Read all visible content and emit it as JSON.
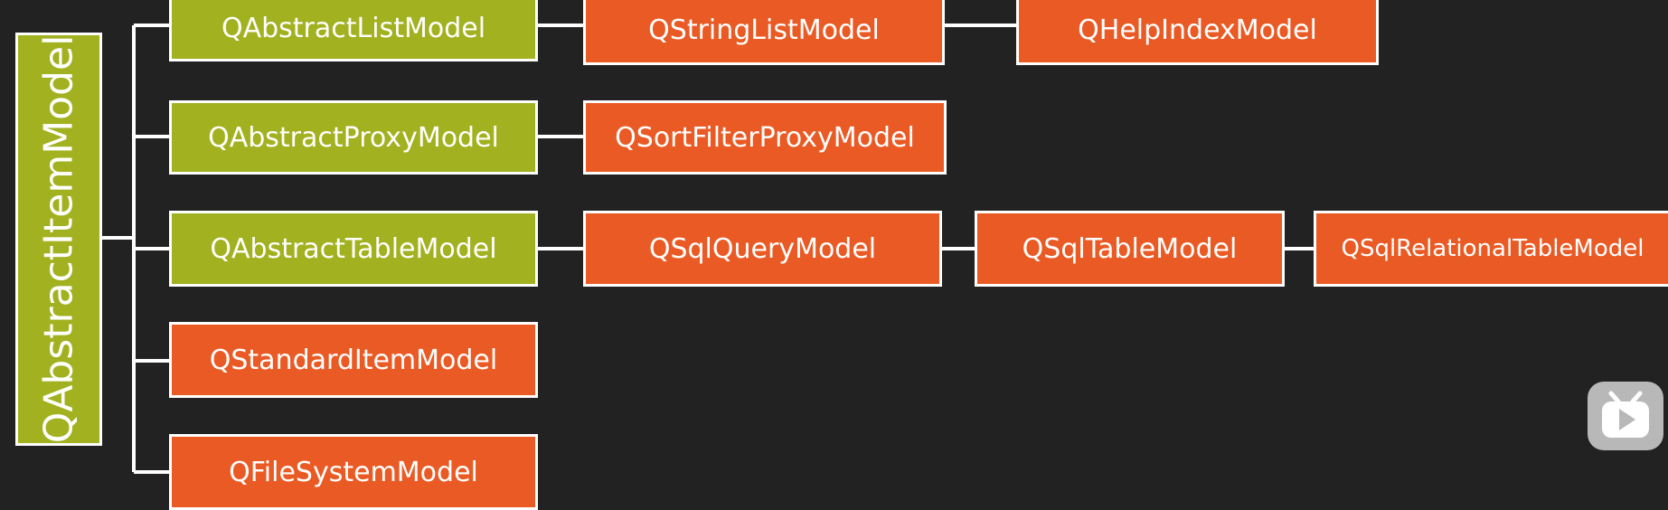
{
  "diagram": {
    "root": "QAbstractItemModel",
    "rows": [
      {
        "base": "QAbstractListModel",
        "base_color": "green",
        "chain": [
          "QStringListModel",
          "QHelpIndexModel"
        ]
      },
      {
        "base": "QAbstractProxyModel",
        "base_color": "green",
        "chain": [
          "QSortFilterProxyModel"
        ]
      },
      {
        "base": "QAbstractTableModel",
        "base_color": "green",
        "chain": [
          "QSqlQueryModel",
          "QSqlTableModel",
          "QSqlRelationalTableModel"
        ]
      },
      {
        "base": "QStandardItemModel",
        "base_color": "orange",
        "chain": []
      },
      {
        "base": "QFileSystemModel",
        "base_color": "orange",
        "chain": []
      }
    ]
  },
  "colors": {
    "background": "#222222",
    "abstract_box": "#a2b11f",
    "concrete_box": "#ea5a24",
    "border": "#ffffff",
    "text": "#ffffff"
  },
  "icons": {
    "watermark": "bilibili-play-icon"
  }
}
